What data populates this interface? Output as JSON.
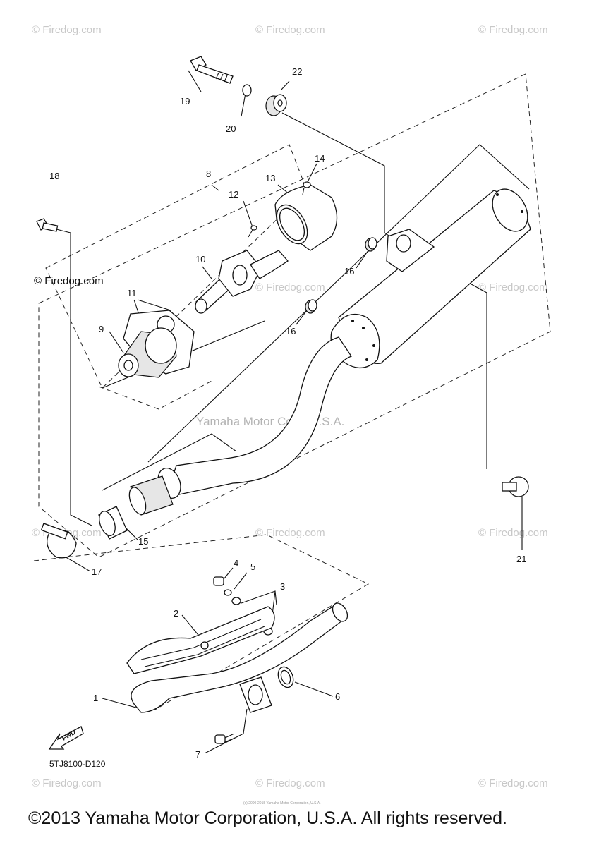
{
  "watermark_text": "© Firedog.com",
  "center_watermark": "Yamaha Motor Corp, U.S.A.",
  "fwd_label": "FWD",
  "diagram_code": "5TJ8100-D120",
  "copyright_line": "©2013 Yamaha Motor Corporation, U.S.A. All rights reserved.",
  "tiny_copyright": "(c) 2000-2015 Yamaha Motor Corporation, U.S.A.",
  "callouts": {
    "p1": "1",
    "p2": "2",
    "p3": "3",
    "p4": "4",
    "p5": "5",
    "p6": "6",
    "p7": "7",
    "p8": "8",
    "p9": "9",
    "p10": "10",
    "p11": "11",
    "p12": "12",
    "p13": "13",
    "p14": "14",
    "p15": "15",
    "p16a": "16",
    "p16b": "16",
    "p17": "17",
    "p18": "18",
    "p19": "19",
    "p20": "20",
    "p21": "21",
    "p22": "22"
  }
}
